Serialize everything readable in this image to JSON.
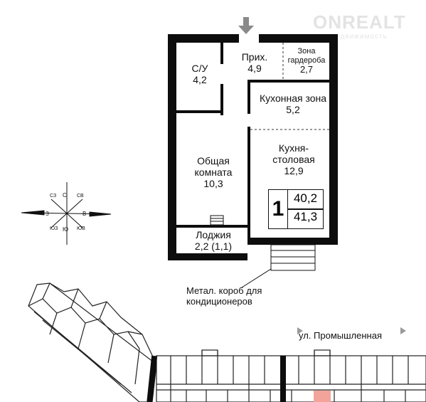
{
  "watermark": {
    "brand": "ONREALT",
    "sub": "Недвижимость"
  },
  "rooms": {
    "bathroom": {
      "name": "С/У",
      "area": "4,2"
    },
    "hall": {
      "name": "Прих.",
      "area": "4,9"
    },
    "wardrobe": {
      "name_line1": "Зона",
      "name_line2": "гардероба",
      "area": "2,7"
    },
    "kitchen_zone": {
      "name": "Кухонная зона",
      "area": "5,2"
    },
    "kitchen_dining": {
      "name_line1": "Кухня-",
      "name_line2": "столовая",
      "area": "12,9"
    },
    "common_room": {
      "name_line1": "Общая",
      "name_line2": "комната",
      "area": "10,3"
    },
    "loggia": {
      "name": "Лоджия",
      "area": "2,2 (1,1)"
    }
  },
  "apartment": {
    "rooms_count": "1",
    "area_total": "40,2",
    "area_with_loggia": "41,3"
  },
  "ac_note": {
    "line1": "Метал. короб для",
    "line2": "кондиционеров"
  },
  "compass": {
    "n": "С",
    "s": "Ю",
    "e": "В",
    "w": "З",
    "ne": "СВ",
    "nw": "СЗ",
    "se": "ЮВ",
    "sw": "ЮЗ"
  },
  "street": "ул. Промышленная",
  "colors": {
    "wall": "#0d0d0d",
    "highlight": "#f2a49a",
    "arrow": "#8a8a8a"
  }
}
